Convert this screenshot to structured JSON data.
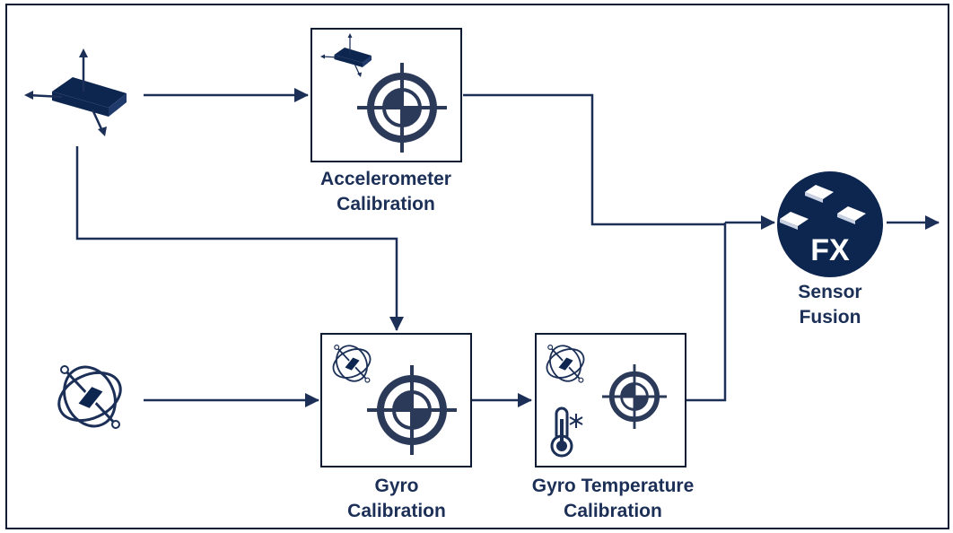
{
  "colors": {
    "navy": "#0d2650",
    "stroke": "#1b2f57",
    "border": "#0d1b33",
    "white": "#ffffff"
  },
  "icons": {
    "accelerometer": "accelerometer-sensor-icon",
    "gyroscope": "gyroscope-sensor-icon",
    "target": "calibration-target-icon",
    "thermometer": "thermometer-icon",
    "fusion": "sensor-fusion-icon"
  },
  "accel_calibration": {
    "line1": "Accelerometer",
    "line2": "Calibration"
  },
  "gyro_calibration": {
    "line1": "Gyro",
    "line2": "Calibration"
  },
  "gyro_temp_calibration": {
    "line1": "Gyro Temperature",
    "line2": "Calibration"
  },
  "sensor_fusion": {
    "line1": "Sensor",
    "line2": "Fusion",
    "badge": "FX"
  }
}
